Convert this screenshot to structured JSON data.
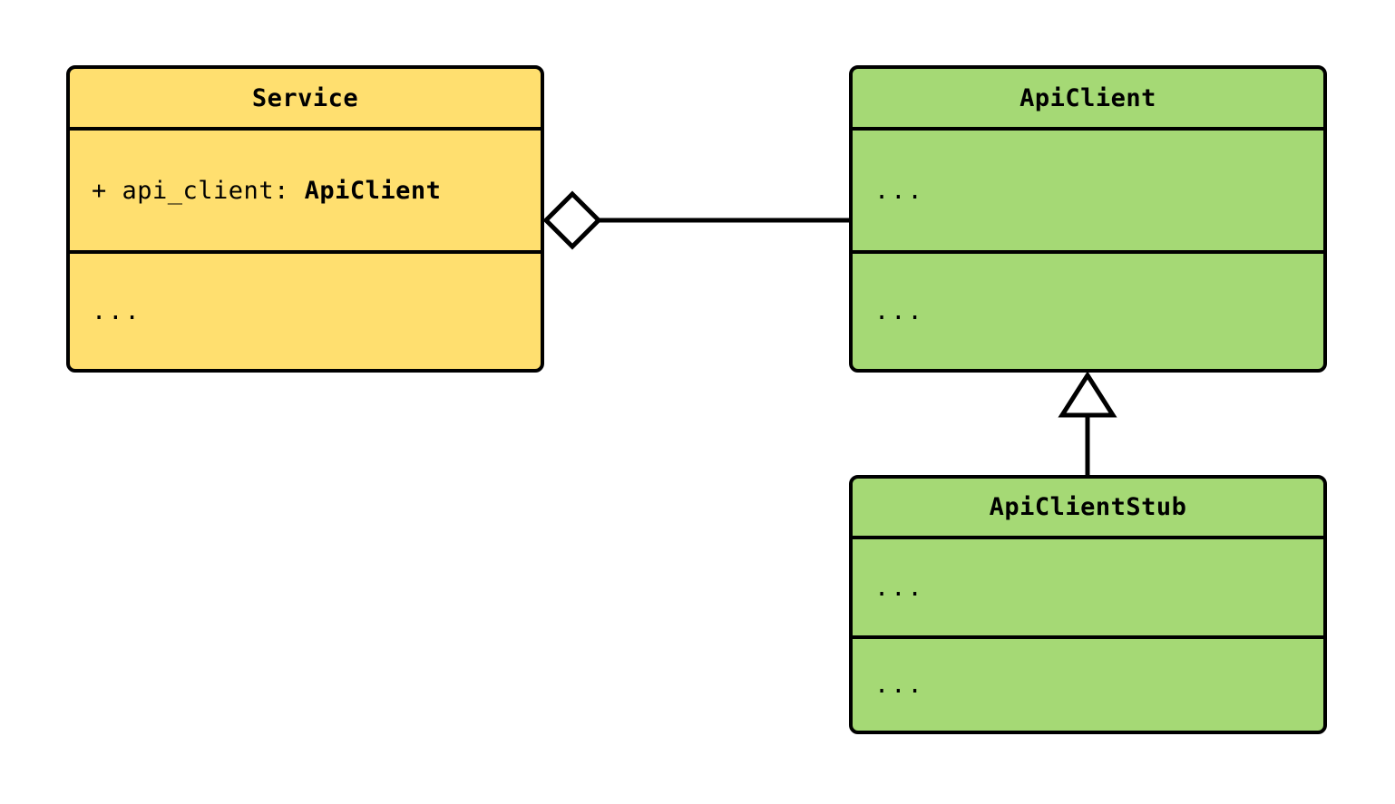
{
  "diagram": {
    "kind": "uml-class-diagram",
    "background_color": "#FFFFFF",
    "line_color": "#000000",
    "classes": [
      {
        "id": "service",
        "name": "Service",
        "fill_color": "#FFDF6F",
        "compartments": {
          "attributes": [
            {
              "visibility": "+",
              "name": "api_client",
              "separator": ": ",
              "type": "ApiClient"
            }
          ],
          "operations": "..."
        }
      },
      {
        "id": "apiclient",
        "name": "ApiClient",
        "fill_color": "#A5D975",
        "compartments": {
          "attributes_placeholder": "...",
          "operations": "..."
        }
      },
      {
        "id": "apiclientstub",
        "name": "ApiClientStub",
        "fill_color": "#A5D975",
        "compartments": {
          "attributes_placeholder": "...",
          "operations": "..."
        }
      }
    ],
    "relationships": [
      {
        "id": "service-aggregates-apiclient",
        "type": "aggregation",
        "marker": "hollow-diamond",
        "source": "Service",
        "target": "ApiClient",
        "label": ""
      },
      {
        "id": "apiclientstub-inherits-apiclient",
        "type": "generalization",
        "marker": "hollow-triangle",
        "source": "ApiClientStub",
        "target": "ApiClient",
        "label": ""
      }
    ]
  },
  "service": {
    "title": "Service",
    "attr_visibility": "+ ",
    "attr_name": "api_client",
    "attr_separator": ": ",
    "attr_type": "ApiClient",
    "operations_placeholder": "..."
  },
  "apiclient": {
    "title": "ApiClient",
    "attributes_placeholder": "...",
    "operations_placeholder": "..."
  },
  "apiclientstub": {
    "title": "ApiClientStub",
    "attributes_placeholder": "...",
    "operations_placeholder": "..."
  }
}
